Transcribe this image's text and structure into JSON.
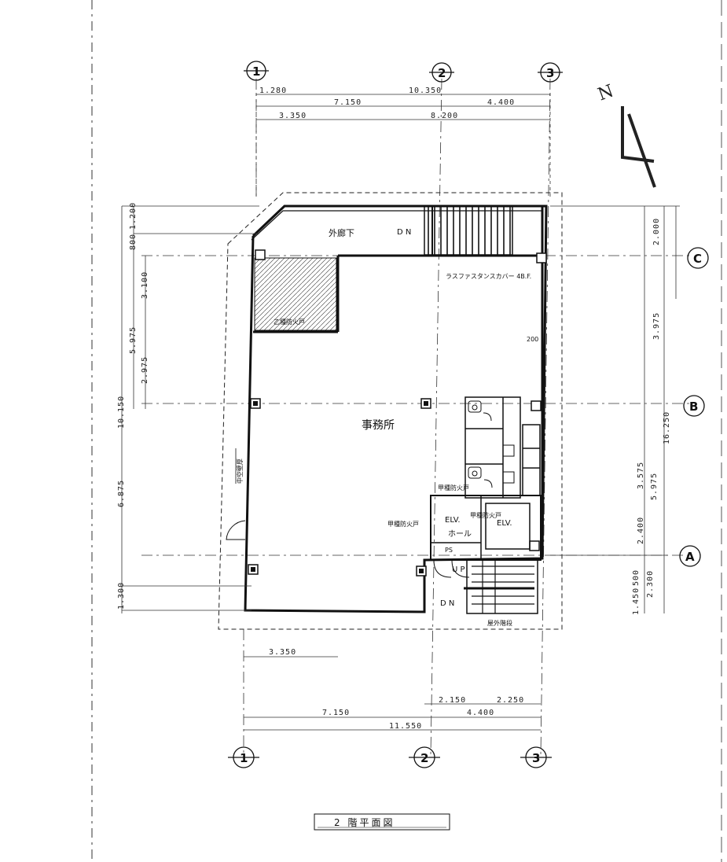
{
  "title": "2 階平面図",
  "north": "N",
  "grid_labels": {
    "col1": "1",
    "col2": "2",
    "col3": "3",
    "rowA": "A",
    "rowB": "B",
    "rowC": "C"
  },
  "rooms": {
    "office": "事務所",
    "corridor": "外廊下",
    "dn_top": "D N",
    "elv_hall": "ELV.",
    "hall": "ホール",
    "elv": "ELV.",
    "up": "U P",
    "dn_bottom": "D N",
    "stairs": "屋外階段",
    "evac": "乙種防火戸",
    "pipe": "PS",
    "note_top": "ラスファスタンスカバー 4B.F.",
    "fire_door_1": "甲種防火戸",
    "fire_door_2": "甲種防火戸",
    "fire_door_3": "甲種防火戸",
    "wall_left": "中空壁厚",
    "dim_200": "200",
    "evac_label": "乙種防火戸"
  },
  "dims_top": {
    "d1": "1.280",
    "d2": "10.350",
    "d3": "7.150",
    "d4": "4.400",
    "d5": "3.350",
    "d6": "8.200"
  },
  "dims_bottom": {
    "d1": "3.350",
    "d2": "2.150",
    "d3": "2.250",
    "d4": "7.150",
    "d5": "4.400",
    "d6": "11.550"
  },
  "dims_right": {
    "d1": "2.000",
    "d2": "3.975",
    "d3": "16.250",
    "d4": "3.575",
    "d5": "5.975",
    "d6": "2.400",
    "d7": "1.450",
    "d8": "500",
    "d9": "2.300"
  },
  "dims_left": {
    "d1": "1.200",
    "d2": "800",
    "d3": "3.100",
    "d4": "5.975",
    "d5": "2.975",
    "d6": "10.150",
    "d7": "6.875",
    "d8": "1.300"
  }
}
